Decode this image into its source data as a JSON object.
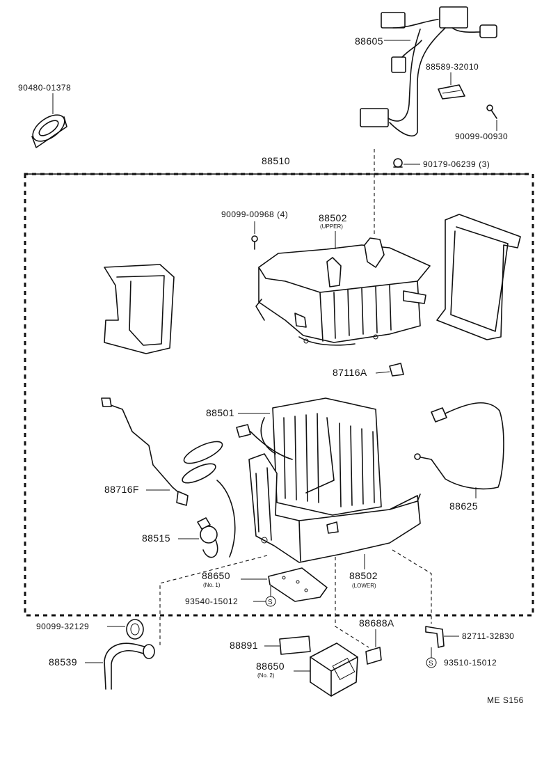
{
  "labels": {
    "harness": "88605",
    "clamp_part": "88589-32010",
    "screw_top": "90099-00930",
    "grommet_top": "90480-01378",
    "unit_assembly": "88510",
    "clip_nut": "90179-06239 (3)",
    "screw_upper": "90099-00968 (4)",
    "case_upper": "88502",
    "case_upper_note": "(UPPER)",
    "seal_clip": "87116A",
    "evaporator": "88501",
    "thermistor_wire": "88716F",
    "expansion_valve": "88515",
    "thermistor_harness": "88625",
    "amplifier_no1": "88650",
    "amplifier_no1_note": "(No. 1)",
    "screw_s1": "93540-15012",
    "case_lower": "88502",
    "case_lower_note": "(LOWER)",
    "drain_plug": "90099-32129",
    "drain_hose": "88539",
    "cushion": "88891",
    "amplifier_no2": "88650",
    "amplifier_no2_note": "(No. 2)",
    "bracket": "88688A",
    "bracket_right": "82711-32830",
    "screw_s2": "93510-15012",
    "s_mark": "S",
    "page_code": "ME S156"
  }
}
